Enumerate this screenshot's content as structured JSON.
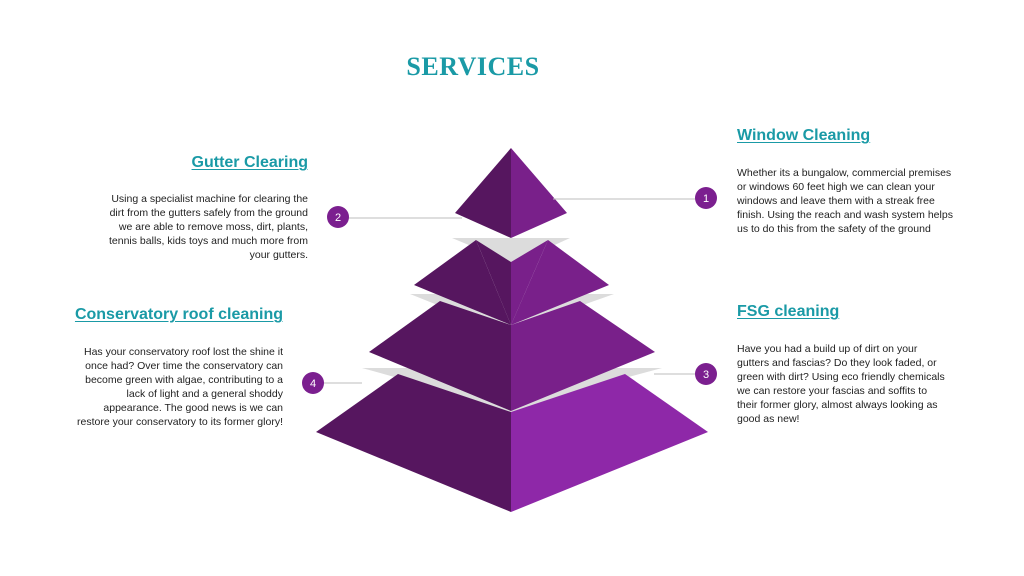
{
  "title": "SERVICES",
  "colors": {
    "accent": "#1a9aa6",
    "badge": "#7b1f8f",
    "connector": "#bdbdbd",
    "layer_gap": "#dcdcdc",
    "tier_dark": "#56165f",
    "tier_light": "#79208a",
    "tier_light_base": "#8e28a8"
  },
  "services": [
    {
      "number": "1",
      "heading": "Window Cleaning",
      "text": "Whether its a bungalow, commercial premises or windows 60 feet high we can clean your windows and leave them with a streak free finish. Using the reach and wash system helps us to do this from the safety of the ground"
    },
    {
      "number": "2",
      "heading": "Gutter Clearing",
      "text": "Using a specialist machine for clearing the dirt from the gutters safely from the ground we are able to remove moss, dirt, plants, tennis balls, kids toys and much more from your gutters."
    },
    {
      "number": "3",
      "heading": "FSG cleaning",
      "text": "Have you had a build up of dirt on your gutters and fascias? Do they look faded, or green with dirt? Using eco friendly chemicals we can restore your fascias and soffits to their former glory, almost always looking as good as new!"
    },
    {
      "number": "4",
      "heading": "Conservatory roof cleaning",
      "text": "Has your conservatory roof lost the shine it once had? Over time the conservatory can become green with algae, contributing to a lack of light and a general shoddy appearance. The good news is we can restore your conservatory to its former glory!"
    }
  ]
}
